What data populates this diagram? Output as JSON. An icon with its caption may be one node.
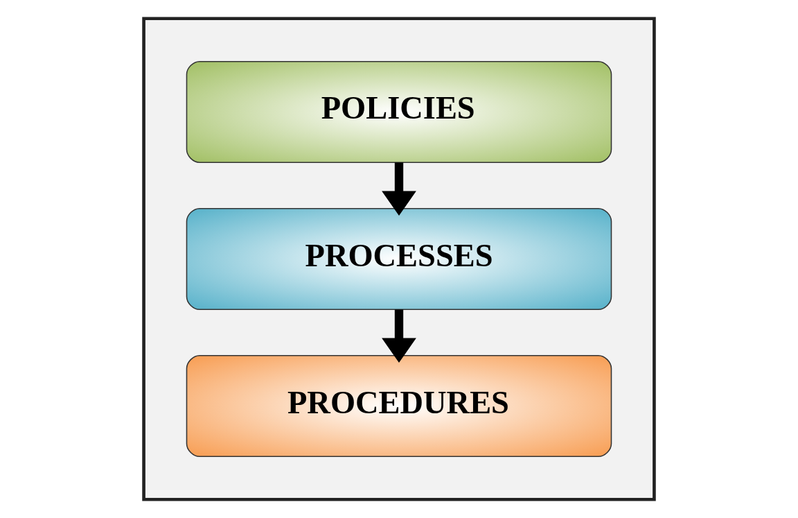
{
  "diagram": {
    "nodes": [
      {
        "text": [],
        "shape": "box"
      },
      {
        "text": [
          "POLICIES"
        ],
        "in": 0
      },
      {
        "text": [
          "PROCESSES"
        ],
        "in": 0
      },
      {
        "text": [
          "PROCEDURES"
        ],
        "in": 0
      }
    ],
    "edges": [
      {
        "from": 1,
        "to": 2,
        "arrow": "to"
      },
      {
        "from": 2,
        "to": 3,
        "arrow": "to"
      }
    ]
  }
}
